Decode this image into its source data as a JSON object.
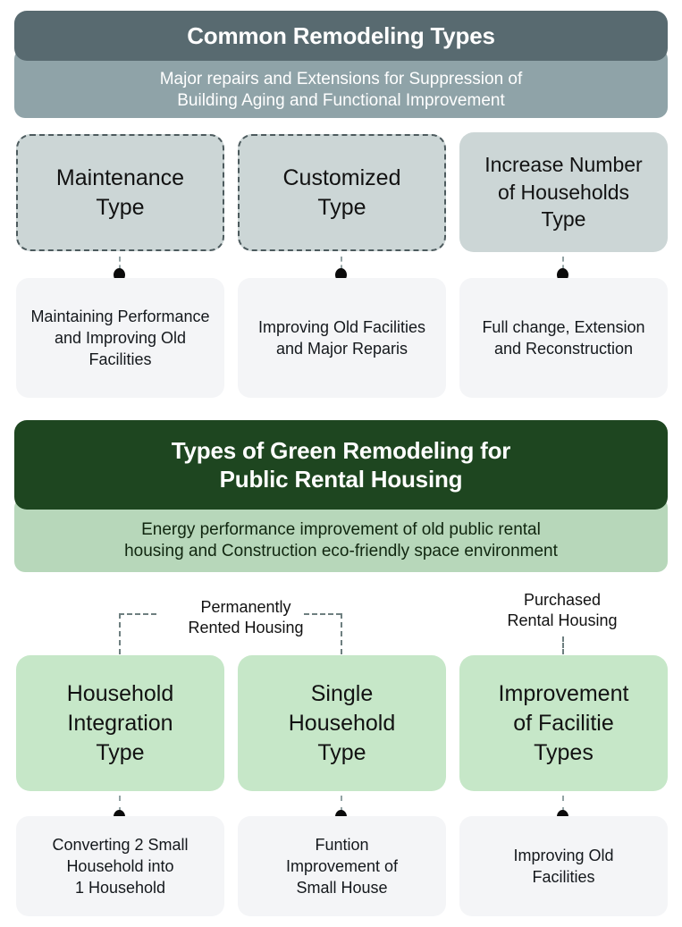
{
  "sections": [
    {
      "id": "common-remodeling",
      "title": "Common Remodeling Types",
      "subtitle": "Major repairs and Extensions for Suppression of\nBuilding Aging and Functional Improvement",
      "subtitle_line1": "Major repairs and Extensions for Suppression of",
      "subtitle_line2": "Building Aging and Functional Improvement",
      "theme": {
        "title_bg": "#586a70",
        "subtitle_bg": "#8fa3a8",
        "card_bg": "#ccd6d6"
      },
      "types": [
        {
          "label": "Maintenance\nType",
          "line1": "Maintenance",
          "line2": "Type",
          "style": "dashed"
        },
        {
          "label": "Customized\nType",
          "line1": "Customized",
          "line2": "Type",
          "style": "dashed"
        },
        {
          "label": "Increase Number\nof Households\nType",
          "line1": "Increase Number",
          "line2": "of Households",
          "line3": "Type",
          "style": "solid"
        }
      ],
      "descriptions": [
        {
          "text": "Maintaining Performance and Improving Old Facilities"
        },
        {
          "text": "Improving Old Facilities and Major Reparis"
        },
        {
          "text": "Full change, Extension and Reconstruction"
        }
      ]
    },
    {
      "id": "green-remodeling",
      "title": "Types of Green Remodeling for\nPublic Rental Housing",
      "title_line1": "Types of Green Remodeling for",
      "title_line2": "Public Rental Housing",
      "subtitle_line1": "Energy performance improvement of old public rental",
      "subtitle_line2": "housing and Construction eco-friendly space environment",
      "theme": {
        "title_bg": "#1e4620",
        "subtitle_bg": "#b7d7ba",
        "card_bg": "#c6e7c8"
      },
      "group_labels": [
        {
          "line1": "Permanently",
          "line2": "Rented Housing",
          "spans": 2
        },
        {
          "line1": "Purchased",
          "line2": "Rental Housing",
          "spans": 1
        }
      ],
      "types": [
        {
          "line1": "Household",
          "line2": "Integration",
          "line3": "Type"
        },
        {
          "line1": "Single",
          "line2": "Household",
          "line3": "Type"
        },
        {
          "line1": "Improvement",
          "line2": "of  Facilitie",
          "line3": "Types"
        }
      ],
      "descriptions": [
        {
          "line1": "Converting 2 Small",
          "line2": "Household into",
          "line3": "1 Household"
        },
        {
          "line1": "Funtion",
          "line2": "Improvement of",
          "line3": "Small House"
        },
        {
          "line1": "Improving Old",
          "line2": "Facilities",
          "line3": ""
        }
      ]
    }
  ]
}
